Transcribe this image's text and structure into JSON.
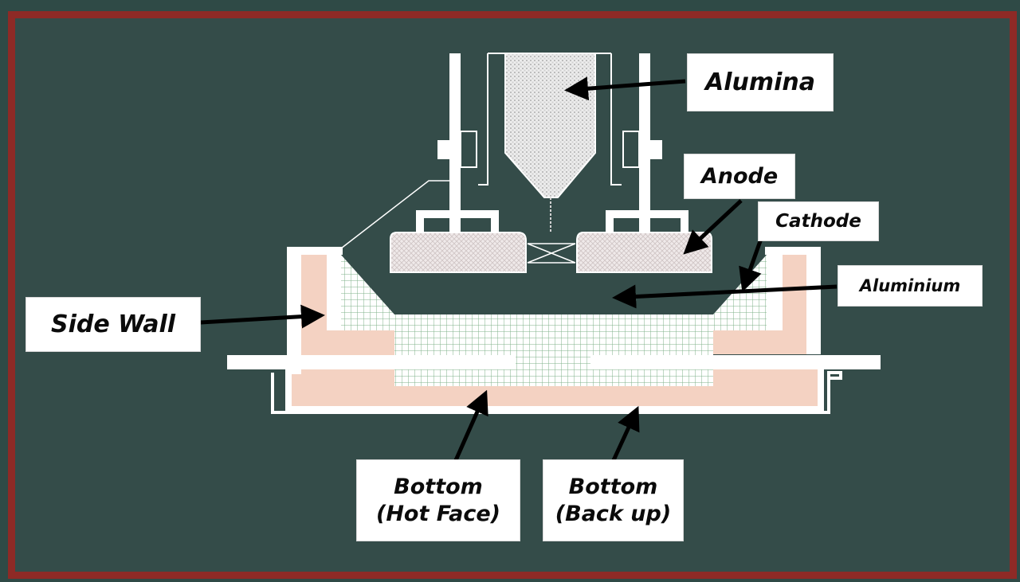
{
  "labels": {
    "alumina": "Alumina",
    "anode": "Anode",
    "cathode": "Cathode",
    "aluminium": "Aluminium",
    "side_wall": "Side Wall",
    "bottom_hot_face": {
      "line1": "Bottom",
      "line2": "(Hot Face)"
    },
    "bottom_back_up": {
      "line1": "Bottom",
      "line2": "(Back up)"
    }
  },
  "colors": {
    "background": "#344c49",
    "frame": "#8e2a26",
    "refractory": "#f4d2c2",
    "cathode_grid": "#7fb08a",
    "carbon_anode": "#e8e2e2",
    "alumina_fill": "#e4e4e4",
    "arrow": "#000000"
  }
}
